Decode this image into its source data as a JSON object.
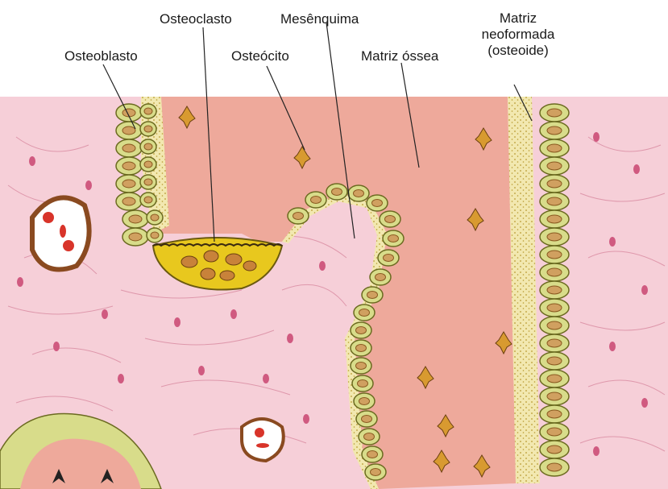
{
  "labels": {
    "osteoclasto": "Osteoclasto",
    "mesenquima": "Mesênquima",
    "matriz_neo_1": "Matriz",
    "matriz_neo_2": "neoformada",
    "matriz_neo_3": "(osteoide)",
    "osteoblasto": "Osteoblasto",
    "osteocito": "Osteócito",
    "matriz_ossea": "Matriz óssea"
  },
  "colors": {
    "mesenchyme": "#f6cfd8",
    "matrix": "#eea99b",
    "osteoblast": "#d8dc8a",
    "osteoclast": "#e8c81e",
    "osteoid": "#f2e8b0",
    "nucleus": "#d0a060",
    "leader": "#222222"
  }
}
